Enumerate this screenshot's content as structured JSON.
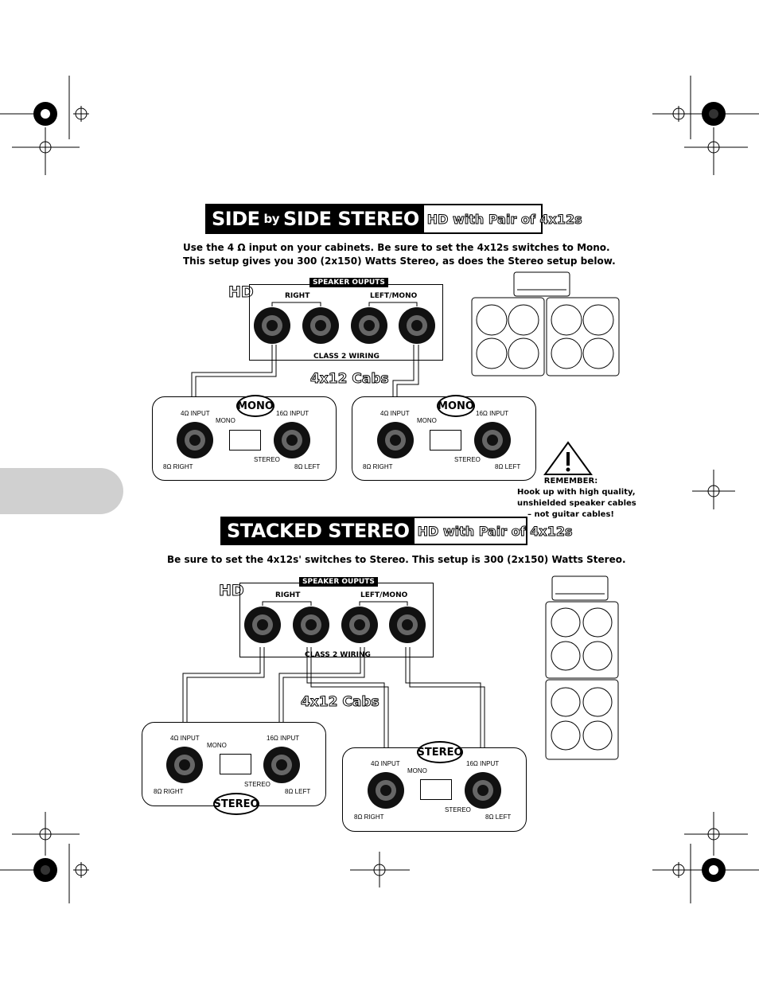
{
  "section1": {
    "title_main": "SIDE",
    "title_by": "by",
    "title_rest": "SIDE STEREO",
    "title_sub": "HD with Pair of 4x12s",
    "instruction_line1": "Use the 4 Ω input on your cabinets. Be sure to set the 4x12s switches to Mono.",
    "instruction_line2": "This setup gives you 300 (2x150) Watts Stereo, as does the Stereo setup below.",
    "hd_tag": "HD",
    "speaker_outputs": "SPEAKER OUPUTS",
    "right": "RIGHT",
    "left_mono": "LEFT/MONO",
    "class2": "CLASS 2 WIRING",
    "cabs_tag": "4x12 Cabs",
    "cab_left": {
      "bubble": "MONO",
      "in4": "4Ω INPUT",
      "in16": "16Ω INPUT",
      "mono": "MONO",
      "stereo": "STEREO",
      "right8": "8Ω RIGHT",
      "left8": "8Ω LEFT"
    },
    "cab_right": {
      "bubble": "MONO",
      "in4": "4Ω INPUT",
      "in16": "16Ω INPUT",
      "mono": "MONO",
      "stereo": "STEREO",
      "right8": "8Ω RIGHT",
      "left8": "8Ω LEFT"
    }
  },
  "remember": {
    "title": "REMEMBER:",
    "line1": "Hook up with high quality,",
    "line2": "unshielded speaker cables",
    "line3": "– not guitar cables!"
  },
  "section2": {
    "title_main": "STACKED STEREO",
    "title_sub": "HD with Pair of 4x12s",
    "instruction": "Be sure to set the 4x12s' switches to Stereo. This setup is 300 (2x150) Watts Stereo.",
    "hd_tag": "HD",
    "speaker_outputs": "SPEAKER OUPUTS",
    "right": "RIGHT",
    "left_mono": "LEFT/MONO",
    "class2": "CLASS 2 WIRING",
    "cabs_tag": "4x12 Cabs",
    "cab_left": {
      "bubble": "STEREO",
      "in4": "4Ω INPUT",
      "in16": "16Ω INPUT",
      "mono": "MONO",
      "stereo": "STEREO",
      "right8": "8Ω RIGHT",
      "left8": "8Ω LEFT"
    },
    "cab_right": {
      "bubble": "STEREO",
      "in4": "4Ω INPUT",
      "in16": "16Ω INPUT",
      "mono": "MONO",
      "stereo": "STEREO",
      "right8": "8Ω RIGHT",
      "left8": "8Ω LEFT"
    }
  }
}
